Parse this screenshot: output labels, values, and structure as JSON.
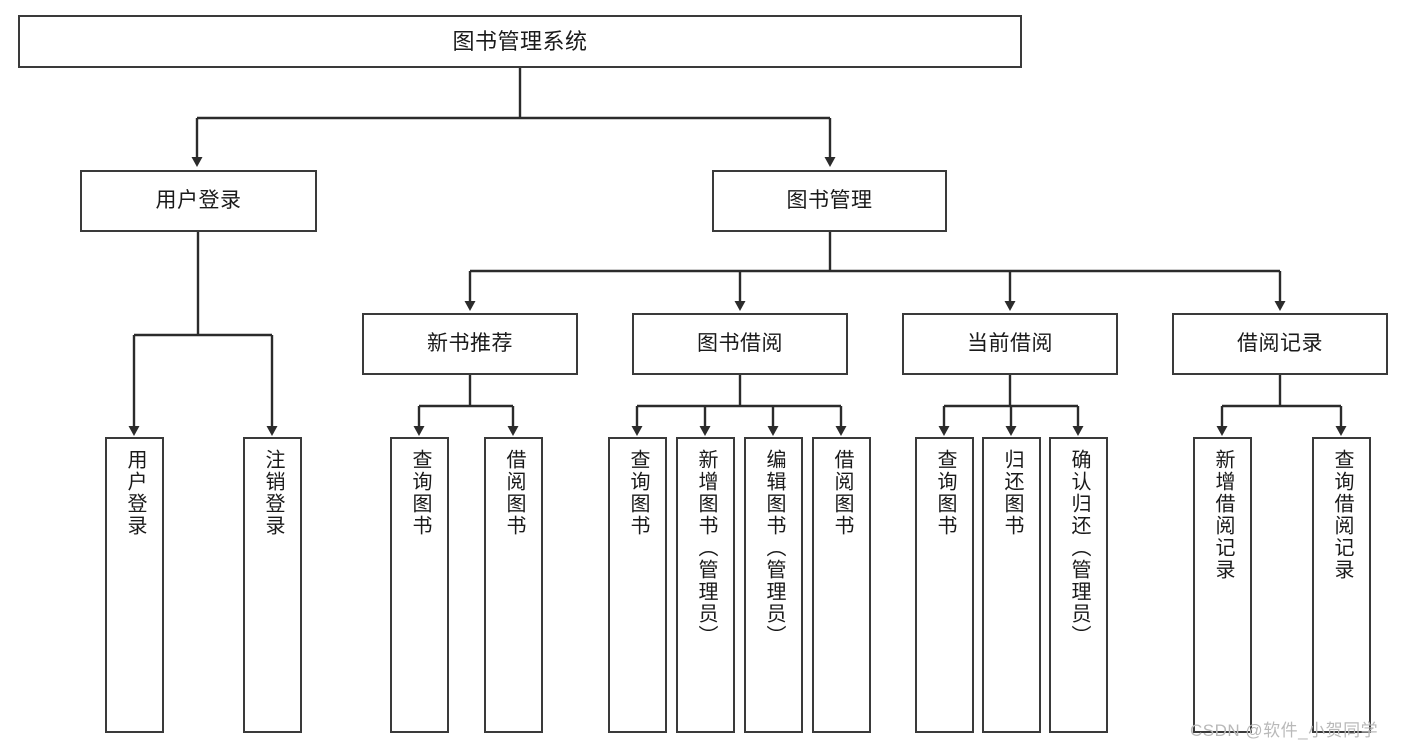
{
  "diagram": {
    "title": "图书管理系统",
    "type": "tree-hierarchy-diagram",
    "style": {
      "box_border_color": "#3a3a3a",
      "box_fill_color": "#ffffff",
      "edge_color": "#2b2b2b",
      "text_color": "#1a1a1a",
      "background": "#ffffff"
    },
    "root": {
      "label": "图书管理系统"
    },
    "level2": [
      {
        "label": "用户登录"
      },
      {
        "label": "图书管理"
      }
    ],
    "level3": [
      {
        "label": "新书推荐"
      },
      {
        "label": "图书借阅"
      },
      {
        "label": "当前借阅"
      },
      {
        "label": "借阅记录"
      }
    ],
    "leaves": {
      "user_login": [
        {
          "label": "用户登录"
        },
        {
          "label": "注销登录"
        }
      ],
      "new_book_recommend": [
        {
          "label": "查询图书"
        },
        {
          "label": "借阅图书"
        }
      ],
      "book_borrow": [
        {
          "label": "查询图书"
        },
        {
          "label": "新增图书（管理员）"
        },
        {
          "label": "编辑图书（管理员）"
        },
        {
          "label": "借阅图书"
        }
      ],
      "current_borrow": [
        {
          "label": "查询图书"
        },
        {
          "label": "归还图书"
        },
        {
          "label": "确认归还（管理员）"
        }
      ],
      "borrow_record": [
        {
          "label": "新增借阅记录"
        },
        {
          "label": "查询借阅记录"
        }
      ]
    }
  },
  "watermark": {
    "text": "CSDN @软件_小贺同学"
  }
}
